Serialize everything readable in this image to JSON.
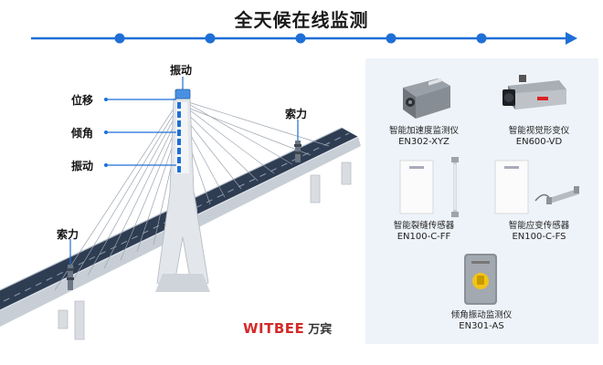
{
  "title": "全天候在线监测",
  "callouts": {
    "vibration_top": "振动",
    "displacement": "位移",
    "inclination": "倾角",
    "vibration_mid": "振动",
    "cable_force_right": "索力",
    "cable_force_left": "索力"
  },
  "brand": {
    "en": "WITBEE",
    "cn": "万宾"
  },
  "products": [
    {
      "name": "智能加速度监测仪",
      "model": "EN302-XYZ",
      "icon": "accelerometer-device-icon"
    },
    {
      "name": "智能视觉形变仪",
      "model": "EN600-VD",
      "icon": "vision-camera-device-icon"
    },
    {
      "name": "智能裂缝传感器",
      "model": "EN100-C-FF",
      "icon": "crack-sensor-device-icon"
    },
    {
      "name": "智能应变传感器",
      "model": "EN100-C-FS",
      "icon": "strain-sensor-device-icon"
    },
    {
      "name": "倾角振动监测仪",
      "model": "EN301-AS",
      "icon": "tilt-vibration-device-icon"
    }
  ],
  "colors": {
    "accent": "#1f6fd6",
    "brand": "#d42a2a",
    "panel": "#eef3f9"
  }
}
